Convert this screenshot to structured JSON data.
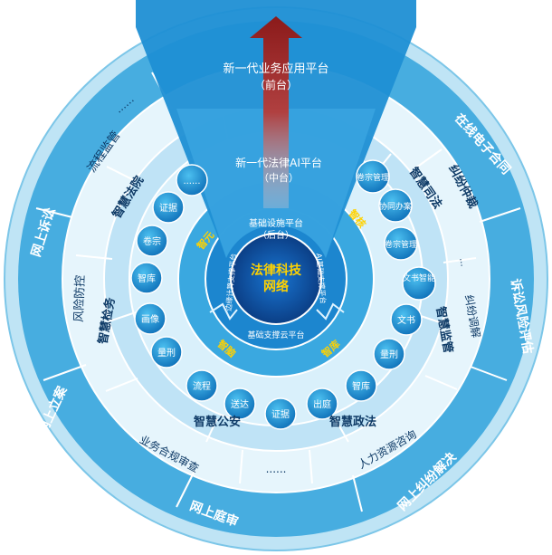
{
  "center": {
    "line1": "法律科技",
    "line2": "网络"
  },
  "inner_ring": {
    "top_line1": "基础设施平台",
    "top_line2": "（后台）",
    "left": "边缘计算支撑平台",
    "right": "AI基础支撑平台",
    "bottom": "基础支撑云平台"
  },
  "ring2_labels": {
    "top_left": "智元",
    "top_right": "智核",
    "bottom_left": "智脑",
    "bottom_right": "智库"
  },
  "platforms": {
    "front_line1": "新一代业务应用平台",
    "front_line2": "（前台）",
    "middle_line1": "新一代法律AI平台",
    "middle_line2": "（中台）"
  },
  "bubbles": {
    "b1": "......",
    "b2": "证据",
    "b3": "卷宗",
    "b4": "智库",
    "b5": "画像",
    "b6": "量刑",
    "b7": "流程",
    "b8": "送达",
    "b9": "证据",
    "b10": "出庭",
    "b11": "智库",
    "b12": "量刑",
    "b13": "文书",
    "b14": "文书智能",
    "b15": "卷宗管理",
    "b16": "协同办案",
    "b17": "卷宗管理"
  },
  "smart_sectors": {
    "court": "智慧法院",
    "procuratorate": "智慧检务",
    "police": "智慧公安",
    "politics": "智慧政法",
    "supervision": "智慧监管",
    "justice": "智慧司法"
  },
  "outer_services": {
    "flow": "流程监管",
    "risk": "风险防控",
    "compliance": "业务合规审查",
    "hr": "人力资源咨询",
    "dispute_mediation": "纠纷调解",
    "arbitration": "纠纷仲裁",
    "ellipsis_top": "......",
    "ellipsis_bottom": "......"
  },
  "rim_services": {
    "online_litigation": "网上诉讼",
    "online_filing": "网上立案",
    "online_trial": "网上庭审",
    "online_dispute": "网上纠纷解决",
    "litigation_risk": "诉讼风险评估",
    "online_contract": "在线电子合同"
  },
  "colors": {
    "rim": "#3fa9dc",
    "sector_bg": "#2aa0da",
    "ring_light": "#e9f6fd",
    "bubble": "#1a8fd0",
    "core": "#0d5fb2",
    "label_yellow": "#ffd200",
    "arrow": "#8b1a1a"
  }
}
